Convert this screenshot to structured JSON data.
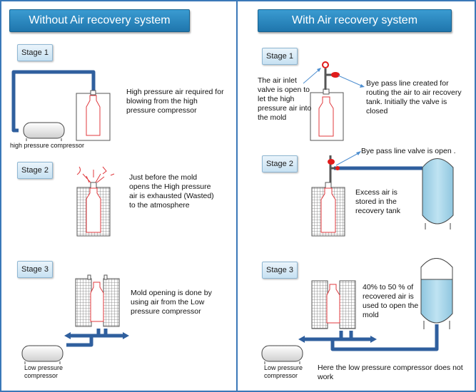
{
  "left_panel": {
    "title": "Without  Air recovery system",
    "stage1": {
      "label": "Stage 1",
      "text": "High pressure air required for blowing from the high pressure compressor",
      "compressor_label": "high pressure compressor"
    },
    "stage2": {
      "label": "Stage 2",
      "text": "Just before the mold opens the High pressure air is exhausted (Wasted) to the atmosphere"
    },
    "stage3": {
      "label": "Stage 3",
      "text": "Mold opening is done by using air from the  Low pressure compressor",
      "compressor_label": "Low pressure compressor"
    }
  },
  "right_panel": {
    "title": "With  Air recovery system",
    "stage1": {
      "label": "Stage 1",
      "inlet_text": "The air inlet valve is open  to let the high pressure air into the mold",
      "bypass_text": "Bye pass line created for routing the air to air recovery tank.  Initially the valve is closed"
    },
    "stage2": {
      "label": "Stage 2",
      "valve_text": "Bye pass line valve is open .",
      "tank_text": "Excess air is stored in the recovery tank"
    },
    "stage3": {
      "label": "Stage 3",
      "text": "40% to 50 % of recovered air is used to open  the mold",
      "compressor_label": "Low pressure compressor",
      "note": "Here the low pressure compressor does not work"
    }
  },
  "colors": {
    "pipe": "#2f5f9e",
    "title_bg": "#2a8ac4",
    "tank": "#a9d6ea",
    "valve": "#e01b1b",
    "bottle": "#e0393e"
  }
}
